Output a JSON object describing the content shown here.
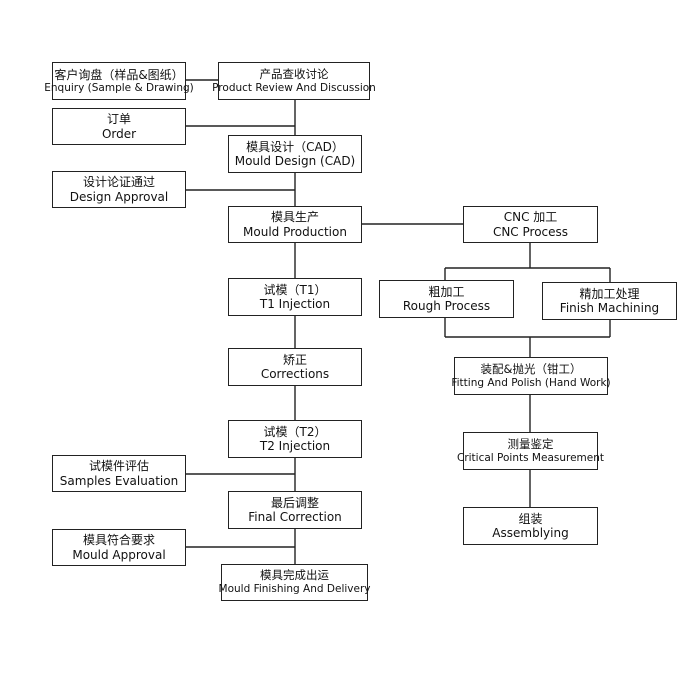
{
  "steps": {
    "enquiry": {
      "zh": "客户询盘（样品&图纸）",
      "en": "Enquiry (Sample & Drawing)"
    },
    "product_review": {
      "zh": "产品查收讨论",
      "en": "Product Review And Discussion"
    },
    "order": {
      "zh": "订单",
      "en": "Order"
    },
    "mould_design": {
      "zh": "模具设计（CAD）",
      "en": "Mould Design (CAD)"
    },
    "design_approval": {
      "zh": "设计论证通过",
      "en": "Design Approval"
    },
    "mould_production": {
      "zh": "模具生产",
      "en": "Mould Production"
    },
    "cnc_process": {
      "zh": "CNC 加工",
      "en": "CNC Process"
    },
    "t1_injection": {
      "zh": "试模（T1）",
      "en": "T1 Injection"
    },
    "rough_process": {
      "zh": "粗加工",
      "en": "Rough Process"
    },
    "finish_machining": {
      "zh": "精加工处理",
      "en": "Finish Machining"
    },
    "corrections": {
      "zh": "矫正",
      "en": "Corrections"
    },
    "fitting_polish": {
      "zh": "装配&抛光（钳工）",
      "en": "Fitting And Polish (Hand Work)"
    },
    "t2_injection": {
      "zh": "试模（T2）",
      "en": "T2 Injection"
    },
    "critical_points": {
      "zh": "测量鉴定",
      "en": "Critical Points Measurement"
    },
    "samples_evaluation": {
      "zh": "试模件评估",
      "en": "Samples Evaluation"
    },
    "final_correction": {
      "zh": "最后调整",
      "en": "Final Correction"
    },
    "assemblying": {
      "zh": "组装",
      "en": "Assemblying"
    },
    "mould_approval": {
      "zh": "模具符合要求",
      "en": "Mould Approval"
    },
    "mould_finishing": {
      "zh": "模具完成出运",
      "en": "Mould Finishing And Delivery"
    }
  }
}
